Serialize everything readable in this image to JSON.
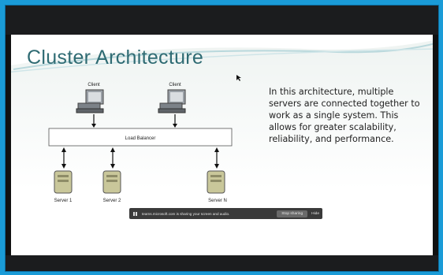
{
  "slide": {
    "title": "Cluster Architecture",
    "description": "In this architecture, multiple servers are connected together to work as a single system. This allows for greater scalability, reliability, and performance."
  },
  "diagram": {
    "clients": [
      "Client",
      "Client"
    ],
    "load_balancer_label": "Load Balancer",
    "servers": [
      "Server 1",
      "Server 2",
      "Server N"
    ]
  },
  "share_bar": {
    "message": "teams.microsoft.com is sharing your screen and audio.",
    "stop_label": "Stop sharing",
    "hide_label": "Hide"
  },
  "colors": {
    "frame_border": "#1a9bd7",
    "title": "#2f6b73",
    "dark_bar": "#1b1c1e"
  }
}
